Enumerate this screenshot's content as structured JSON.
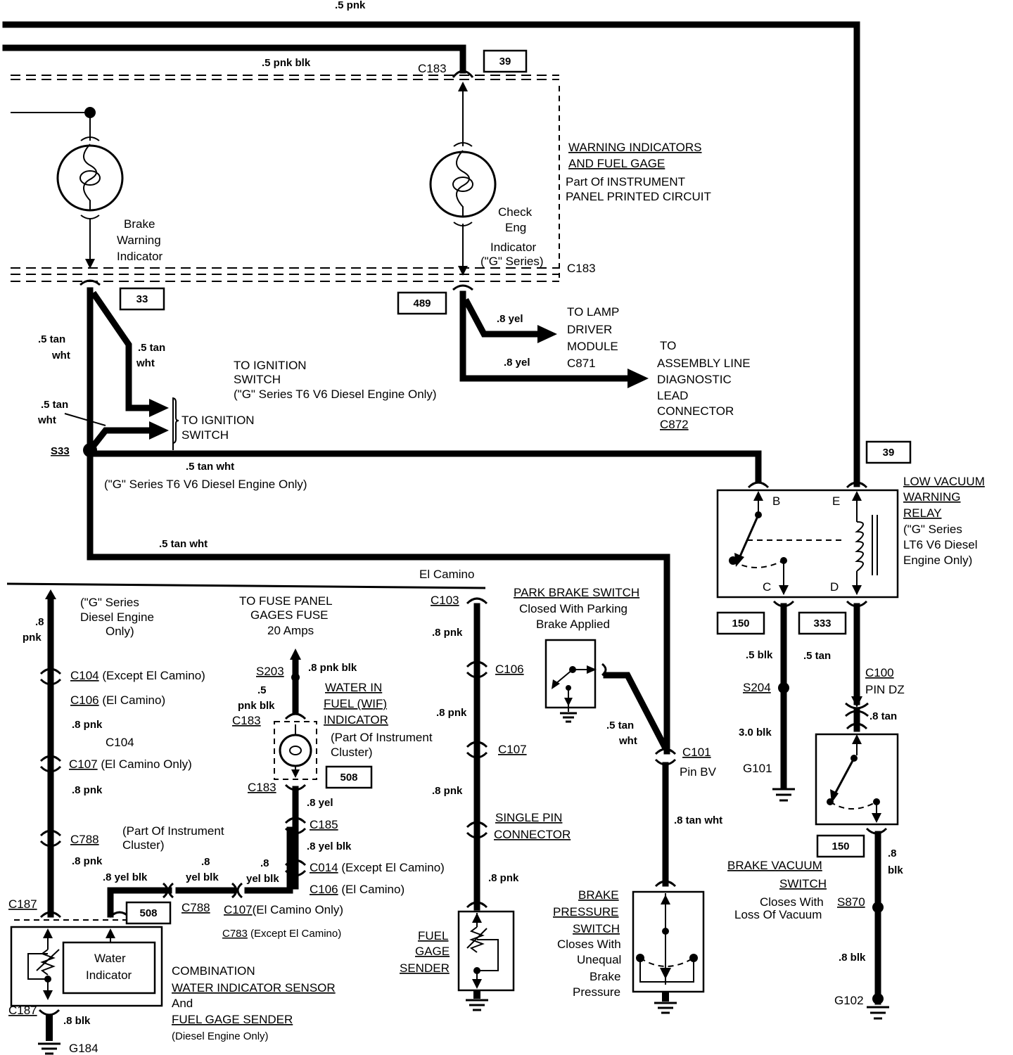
{
  "wires": {
    "top_pnk": ".5 pnk",
    "top_pnk_blk": ".5 pnk blk",
    "tan_wht_left_1": ".5 tan",
    "tan_wht_left_2": "wht",
    "tan_wht_mid_1": ".5 tan",
    "tan_wht_mid_2": "wht",
    "tan_wht_s33_1": ".5 tan",
    "tan_wht_s33_2": "wht",
    "tan_wht_horiz": ".5 tan wht",
    "tan_wht_bottom": ".5 tan wht",
    "yel_lamp": ".8 yel",
    "yel_aldl": ".8 yel",
    "blk_relay_c": ".5 blk",
    "tan_relay_d": ".5 tan",
    "blk_3": "3.0 blk",
    "tan_8": ".8 tan",
    "blk_g102_1": ".8",
    "blk_g102_2": "blk",
    "blk_g102_3": ".8 blk",
    "pnk_left_1": ".8",
    "pnk_left_2": "pnk",
    "pnk_left_3": ".8 pnk",
    "pnk_left_4": ".8 pnk",
    "pnk_left_5": ".8 pnk",
    "yel_blk_1": ".8 yel blk",
    "yel_blk_2a": ".8",
    "yel_blk_2b": "yel blk",
    "yel_blk_3a": ".8",
    "yel_blk_3b": "yel blk",
    "pnk_blk_s203": ".8 pnk blk",
    "pnk_blk_5a": ".5",
    "pnk_blk_5b": "pnk blk",
    "yel_wif": ".8 yel",
    "yel_blk_wif": ".8 yel blk",
    "pnk_mid_1": ".8 pnk",
    "pnk_mid_2": ".8 pnk",
    "pnk_mid_3": ".8 pnk",
    "pnk_mid_4": ".8 pnk",
    "tan_wht_park_1": ".5 tan",
    "tan_wht_park_2": "wht",
    "tan_wht_brake": ".8 tan wht",
    "blk_g184": ".8 blk"
  },
  "connectors": {
    "c183_top": "C183",
    "c183_right": "C183",
    "s33": "S33",
    "c104": "C104",
    "c104_note": "(Except El Camino)",
    "c106": "C106",
    "c106_note": "(El Camino)",
    "c104_b": "C104",
    "c107": "C107",
    "c107_note": "(El Camino Only)",
    "c788": "C788",
    "c187_top": "C187",
    "c187_bot": "C187",
    "g184": "G184",
    "s203": "S203",
    "c183_wif_top": "C183",
    "c183_wif_bot": "C183",
    "c185": "C185",
    "c014": "C014",
    "c014_note": "(Except El Camino)",
    "c106_b": "C106",
    "c106_b_note": "(El Camino)",
    "c788_b": "C788",
    "c107_b": "C107",
    "c107_b_note": "(El Camino Only)",
    "c783": "C783",
    "c783_note": "(Except El Camino)",
    "el_camino": "El Camino",
    "c103": "C103",
    "c106_mid": "C106",
    "c107_mid": "C107",
    "c101": "C101",
    "pin_bv": "Pin BV",
    "s204": "S204",
    "g101": "G101",
    "c100": "C100",
    "pin_dz": "PIN DZ",
    "s870": "S870",
    "g102": "G102"
  },
  "tags": {
    "t39_top": "39",
    "t33": "33",
    "t489": "489",
    "t39_relay": "39",
    "t150_left": "150",
    "t333": "333",
    "t150_right": "150",
    "t508_wif": "508",
    "t508_bot": "508"
  },
  "components": {
    "brake_indicator": [
      "Brake",
      "Warning",
      "Indicator"
    ],
    "check_eng": [
      "Check",
      "Eng"
    ],
    "check_eng_note": [
      "Indicator",
      "(\"G\" Series)"
    ],
    "warning_title": [
      "WARNING INDICATORS",
      "AND FUEL GAGE"
    ],
    "warning_note": [
      "Part Of INSTRUMENT",
      "PANEL PRINTED CIRCUIT"
    ],
    "to_ignition_1": [
      "TO IGNITION",
      "SWITCH",
      "(\"G\" Series T6 V6 Diesel Engine Only)"
    ],
    "to_ignition_2": [
      "TO IGNITION",
      "SWITCH"
    ],
    "g_series_note": "(\"G\" Series T6 V6 Diesel Engine Only)",
    "to_lamp": [
      "TO LAMP",
      "DRIVER",
      "MODULE",
      "C871"
    ],
    "to_aldl": [
      "TO",
      "ASSEMBLY LINE",
      "DIAGNOSTIC",
      "LEAD",
      "CONNECTOR",
      "C872"
    ],
    "relay_title": [
      "LOW VACUUM",
      "WARNING",
      "RELAY"
    ],
    "relay_note": [
      "(\"G\" Series",
      "LT6 V6 Diesel",
      "Engine Only)"
    ],
    "relay_pins": {
      "b": "B",
      "e": "E",
      "c": "C",
      "d": "D"
    },
    "g_series_diesel": [
      "(\"G\" Series",
      "Diesel Engine",
      "Only)"
    ],
    "fuse_panel": [
      "TO FUSE PANEL",
      "GAGES FUSE",
      "20 Amps"
    ],
    "wif_title": [
      "WATER IN",
      "FUEL (WIF)",
      "INDICATOR"
    ],
    "wif_note": [
      "(Part Of Instrument",
      "Cluster)"
    ],
    "cluster_note": [
      "(Part Of Instrument",
      "Cluster)"
    ],
    "water_indicator": [
      "Water",
      "Indicator"
    ],
    "combo_title": [
      "COMBINATION",
      "WATER INDICATOR SENSOR",
      "And",
      "FUEL GAGE SENDER"
    ],
    "combo_note": "(Diesel Engine Only)",
    "park_brake_title": "PARK BRAKE SWITCH",
    "park_brake_note": [
      "Closed With Parking",
      "Brake Applied"
    ],
    "single_pin": [
      "SINGLE PIN",
      "CONNECTOR"
    ],
    "fuel_sender": [
      "FUEL",
      "GAGE",
      "SENDER"
    ],
    "brake_pressure_title": [
      "BRAKE",
      "PRESSURE",
      "SWITCH"
    ],
    "brake_pressure_note": [
      "Closes With",
      "Unequal",
      "Brake",
      "Pressure"
    ],
    "brake_vacuum_title": [
      "BRAKE VACUUM",
      "SWITCH"
    ],
    "brake_vacuum_note": [
      "Closes With",
      "Loss Of Vacuum"
    ]
  }
}
